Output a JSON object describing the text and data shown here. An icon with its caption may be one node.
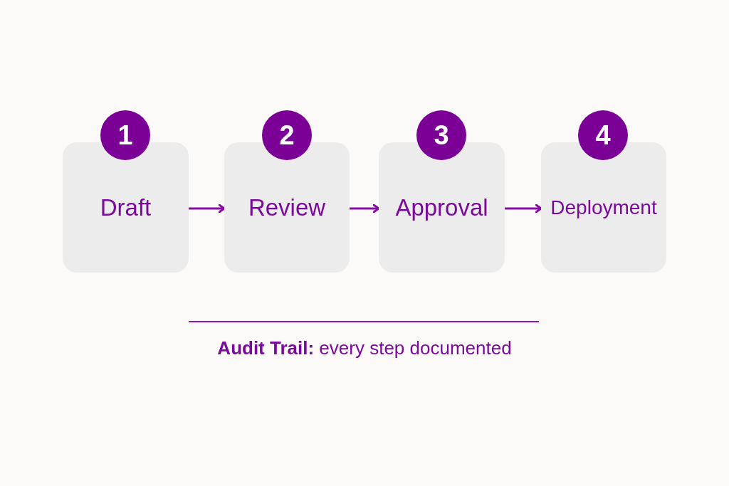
{
  "diagram": {
    "nodes": [
      {
        "text": [
          "1"
        ]
      },
      {
        "text": [
          "Draft"
        ]
      },
      {
        "text": [
          "2"
        ]
      },
      {
        "text": [
          "Review"
        ]
      },
      {
        "text": [
          "3"
        ]
      },
      {
        "text": [
          "Approval"
        ]
      },
      {
        "text": [
          "4"
        ]
      },
      {
        "text": [
          "Deployment"
        ]
      }
    ],
    "edges": [
      {
        "from": 1,
        "to": 3,
        "arrow": "to"
      },
      {
        "from": 3,
        "to": 5,
        "arrow": "to"
      },
      {
        "from": 5,
        "to": 7,
        "arrow": "to"
      }
    ],
    "labels": [
      "**Audit Trail:** every step documented"
    ]
  }
}
